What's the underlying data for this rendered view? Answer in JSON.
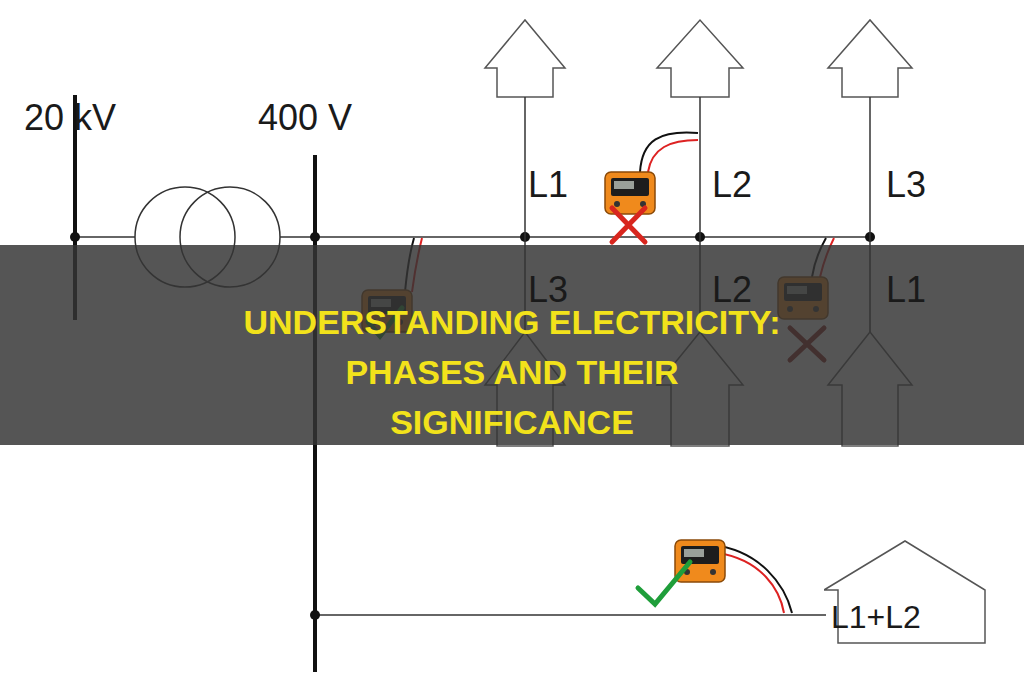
{
  "diagram": {
    "title": "UNDERSTANDING ELECTRICITY: PHASES AND THEIR SIGNIFICANCE",
    "nodes": [
      {
        "text": [
          "L1+L2"
        ]
      }
    ],
    "labels": [
      "20 kV",
      "400 V",
      "L1",
      "L2",
      "L3",
      "L3",
      "L2",
      "L1"
    ]
  }
}
